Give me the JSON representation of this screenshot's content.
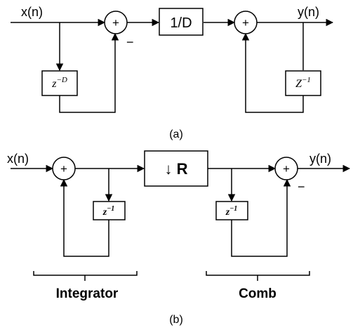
{
  "diagram_a": {
    "caption": "(a)",
    "input_label": "x(n)",
    "output_label": "y(n)",
    "delay_block": "z^-D",
    "scale_block": "1/D",
    "integrator_block": "Z^-1",
    "minus_sign": "−",
    "adder_symbol": "+"
  },
  "diagram_b": {
    "caption": "(b)",
    "input_label": "x(n)",
    "output_label": "y(n)",
    "decimator_block": "↓ R",
    "integrator_delay": "z^-1",
    "comb_delay": "z^-1",
    "integrator_label": "Integrator",
    "comb_label": "Comb",
    "minus_sign": "−",
    "adder_symbol": "+"
  }
}
